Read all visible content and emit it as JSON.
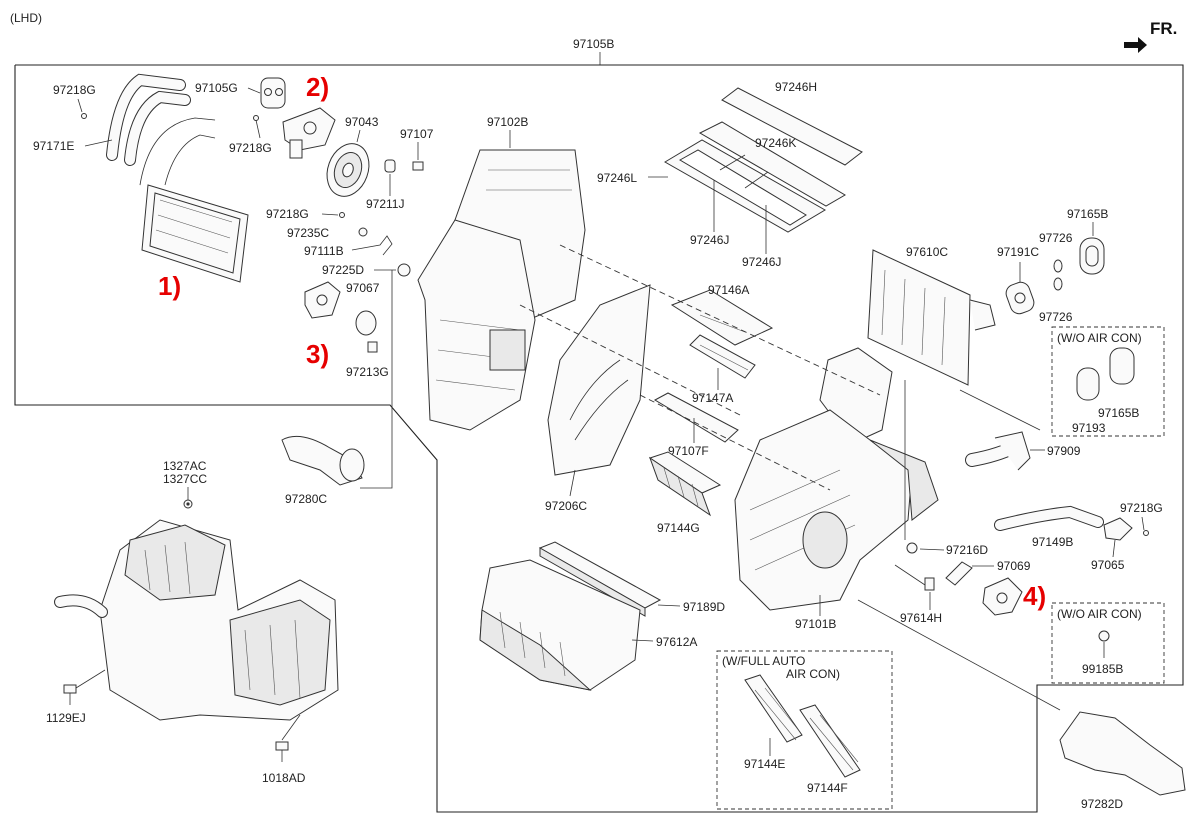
{
  "header": {
    "drive_side": "(LHD)",
    "front_indicator": "FR."
  },
  "assembly_label": "97105B",
  "callouts": [
    "1)",
    "2)",
    "3)",
    "4)"
  ],
  "labels": {
    "p97218G_a": "97218G",
    "p97171E": "97171E",
    "p97105G": "97105G",
    "p97218G_b": "97218G",
    "p97043": "97043",
    "p97107": "97107",
    "p97211J": "97211J",
    "p97102B": "97102B",
    "p97218G_c": "97218G",
    "p97235C": "97235C",
    "p97111B": "97111B",
    "p97225D": "97225D",
    "p97067": "97067",
    "p97213G": "97213G",
    "p97280C": "97280C",
    "p1327AC": "1327AC",
    "p1327CC": "1327CC",
    "p1129EJ": "1129EJ",
    "p1018AD": "1018AD",
    "p97246H": "97246H",
    "p97246K": "97246K",
    "p97246L": "97246L",
    "p97246J_a": "97246J",
    "p97246J_b": "97246J",
    "p97146A": "97146A",
    "p97147A": "97147A",
    "p97107F": "97107F",
    "p97206C": "97206C",
    "p97144G": "97144G",
    "p97189D": "97189D",
    "p97612A": "97612A",
    "p97101B": "97101B",
    "p97614H": "97614H",
    "p97216D": "97216D",
    "p97069": "97069",
    "p97610C": "97610C",
    "p97191C": "97191C",
    "p97726_a": "97726",
    "p97726_b": "97726",
    "p97165B_a": "97165B",
    "p97165B_b": "97165B",
    "p97193": "97193",
    "p97909": "97909",
    "p97218G_d": "97218G",
    "p97149B": "97149B",
    "p97065": "97065",
    "p99185B": "99185B",
    "p97144E": "97144E",
    "p97144F": "97144F",
    "p97282D": "97282D"
  },
  "option_boxes": {
    "wo_aircon_1": "(W/O AIR CON)",
    "wo_aircon_2": "(W/O AIR CON)",
    "w_fullauto_line1": "(W/FULL AUTO",
    "w_fullauto_line2": "AIR CON)"
  }
}
